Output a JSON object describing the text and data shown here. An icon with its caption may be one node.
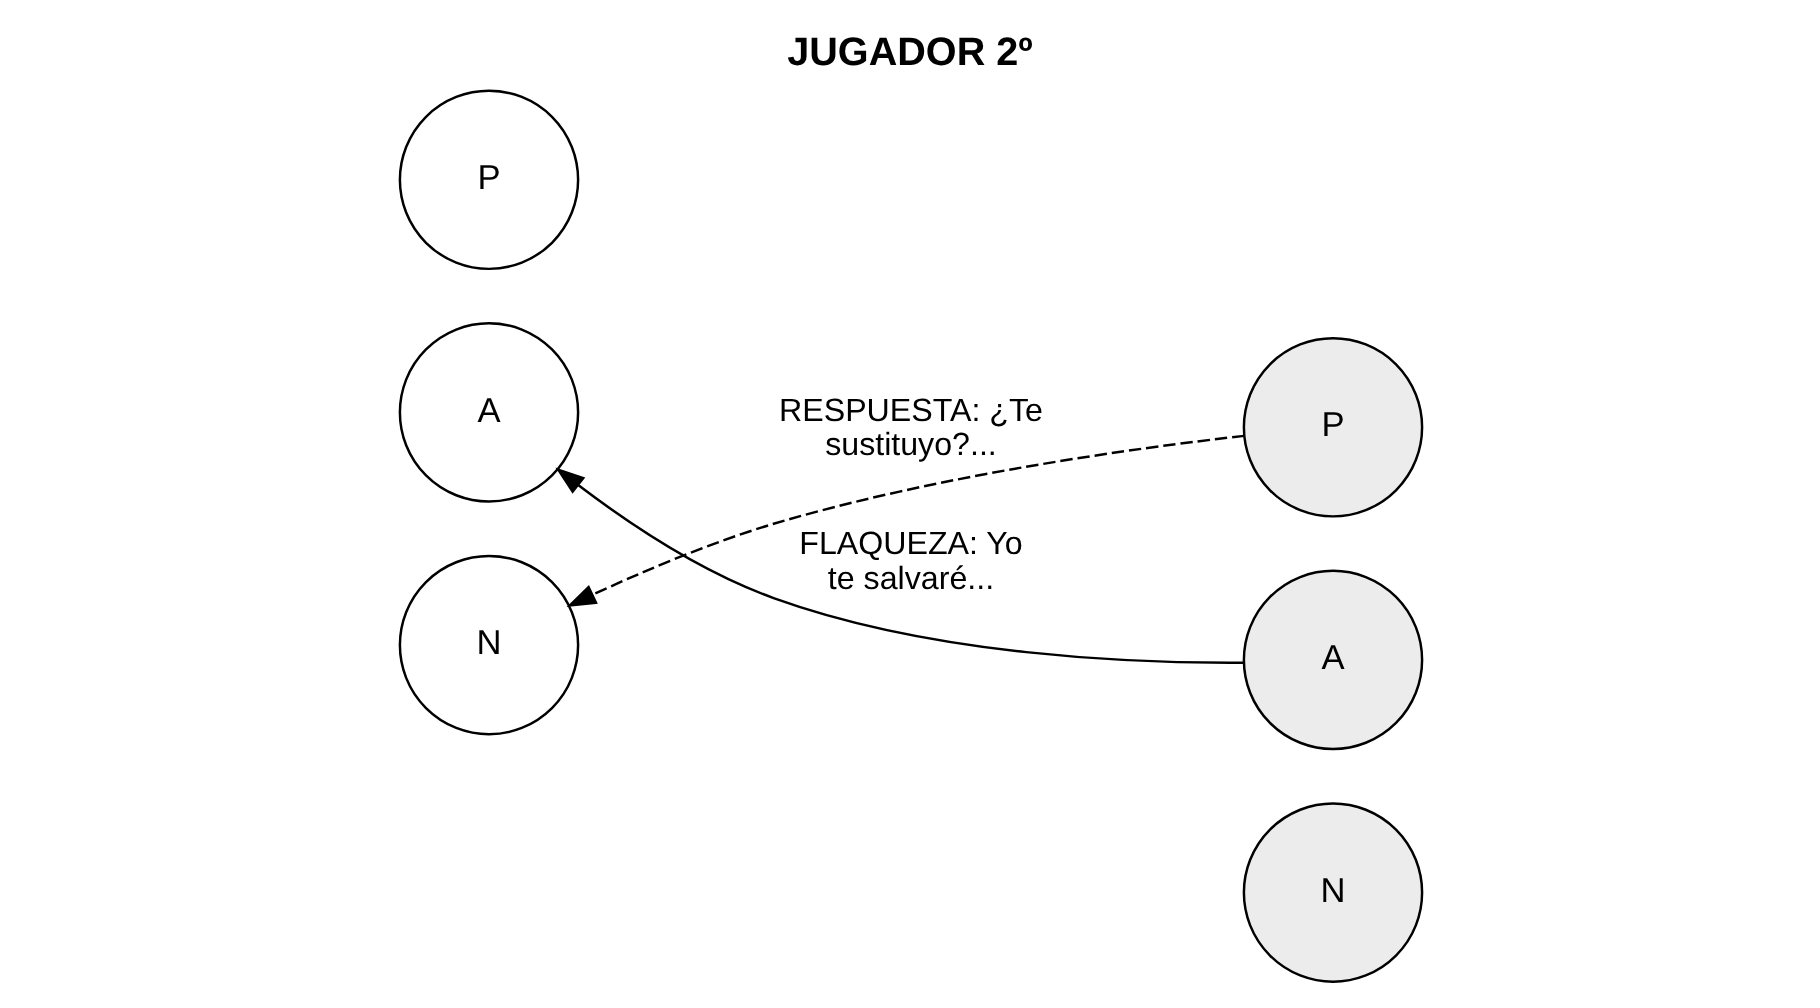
{
  "diagram": {
    "title": "JUGADOR 2º",
    "nodes": [
      {
        "text": [
          "P"
        ]
      },
      {
        "text": [
          "A"
        ]
      },
      {
        "text": [
          "N"
        ]
      },
      {
        "text": [
          "P"
        ]
      },
      {
        "text": [
          "A"
        ]
      },
      {
        "text": [
          "N"
        ]
      }
    ],
    "edges": [
      {
        "from": 4,
        "to": 1,
        "arrow": "to",
        "label": "FLAQUEZA: Yo te salvaré..."
      },
      {
        "from": 3,
        "to": 2,
        "arrow": "to",
        "style": "dashed",
        "label": "RESPUESTA: ¿Te sustituyo?..."
      }
    ]
  }
}
